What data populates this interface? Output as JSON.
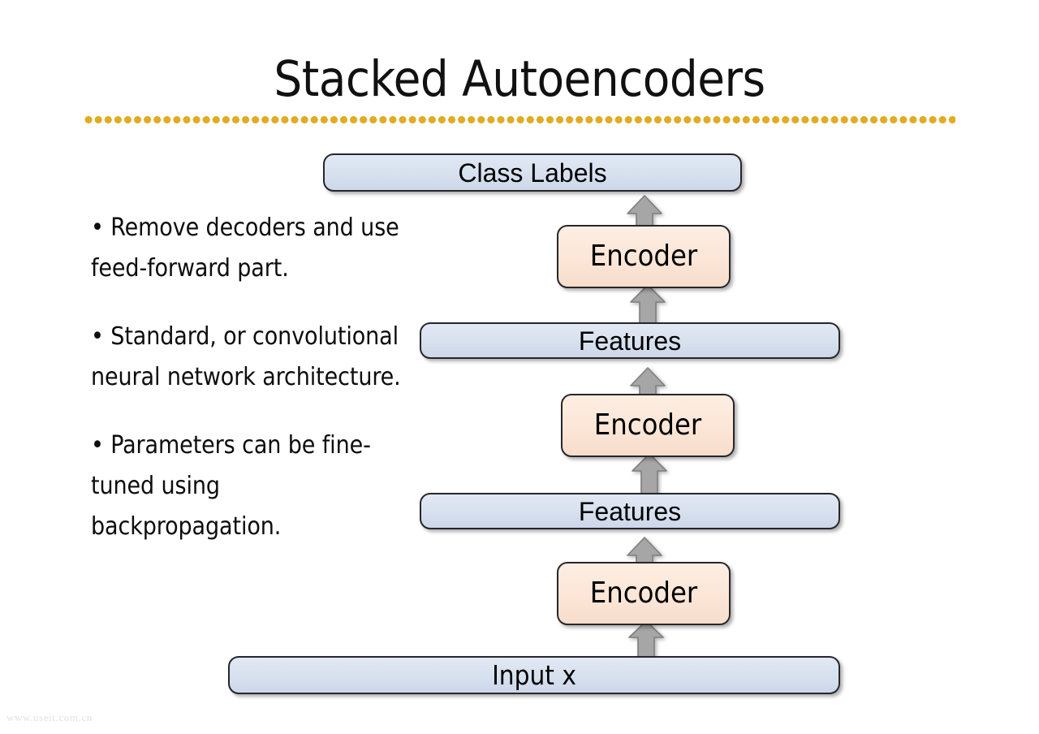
{
  "slide": {
    "title": "Stacked Autoencoders",
    "watermark": "www.useit.com.cn",
    "accent_color": "#E0AC24",
    "blue_fill": "#DCE4F0",
    "peach_fill": "#FBE5D6",
    "arrow_fill": "#A6A6A6",
    "border_color": "#26272B"
  },
  "bullets": [
    "• Remove decoders and use feed-forward part.",
    "• Standard, or convolutional neural network architecture.",
    "• Parameters can be fine-tuned using backpropagation."
  ],
  "diagram": {
    "type": "stacked-flow",
    "direction": "bottom-to-top",
    "nodes": [
      {
        "id": "class-labels",
        "label": "Class Labels",
        "kind": "blue-bar"
      },
      {
        "id": "encoder-3",
        "label": "Encoder",
        "kind": "peach-box"
      },
      {
        "id": "features-2",
        "label": "Features",
        "kind": "blue-bar"
      },
      {
        "id": "encoder-2",
        "label": "Encoder",
        "kind": "peach-box"
      },
      {
        "id": "features-1",
        "label": "Features",
        "kind": "blue-bar"
      },
      {
        "id": "encoder-1",
        "label": "Encoder",
        "kind": "peach-box"
      },
      {
        "id": "input-x",
        "label": "Input x",
        "kind": "blue-bar"
      }
    ],
    "arrow_count": 6
  }
}
